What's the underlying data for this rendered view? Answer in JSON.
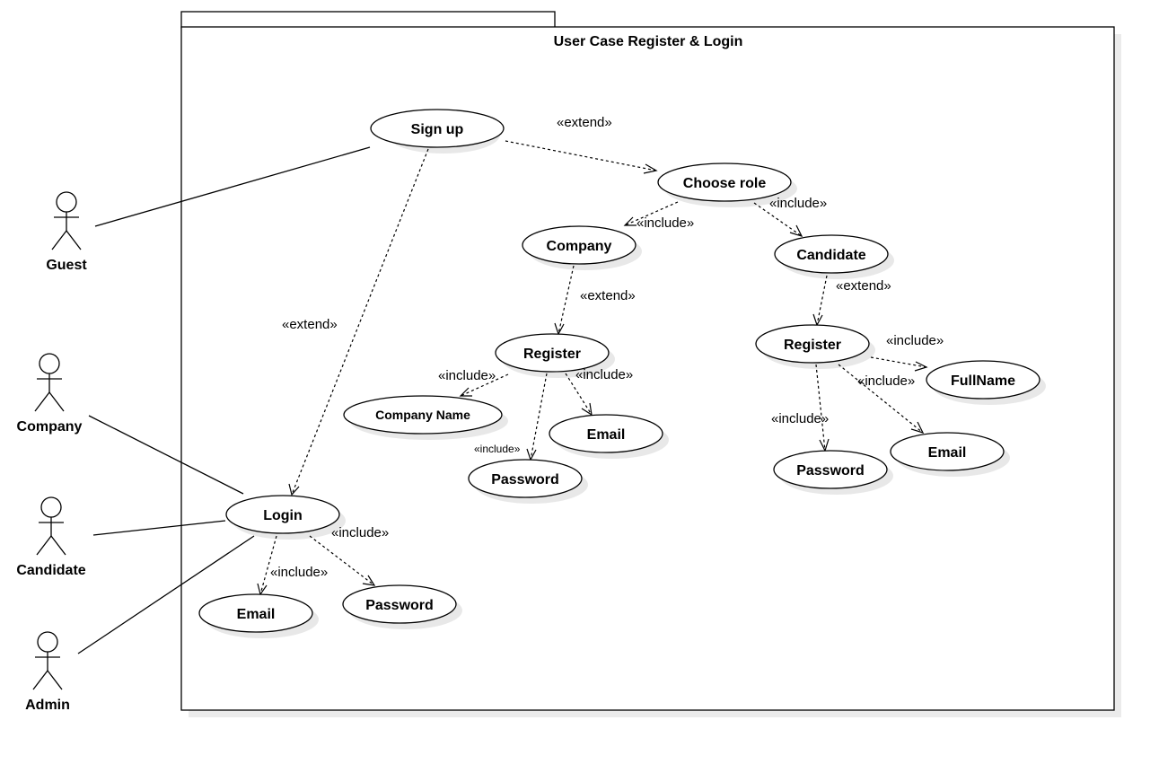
{
  "title": "User Case Register & Login",
  "actors": {
    "guest": "Guest",
    "company": "Company",
    "candidate": "Candidate",
    "admin": "Admin"
  },
  "use_cases": {
    "sign_up": "Sign up",
    "choose_role": "Choose role",
    "company": "Company",
    "candidate": "Candidate",
    "company_register": "Register",
    "candidate_register": "Register",
    "company_name": "Company Name",
    "company_email": "Email",
    "company_password": "Password",
    "candidate_fullname": "FullName",
    "candidate_email": "Email",
    "candidate_password": "Password",
    "login": "Login",
    "login_email": "Email",
    "login_password": "Password"
  },
  "relations": {
    "signup_choose_role": "«extend»",
    "signup_login": "«extend»",
    "choose_role_company": "«include»",
    "choose_role_candidate": "«include»",
    "company_register": "«extend»",
    "candidate_register": "«extend»",
    "company_register_name": "«include»",
    "company_register_email": "«include»",
    "company_register_password": "«include»",
    "candidate_register_fullname": "«include»",
    "candidate_register_email": "«include»",
    "candidate_register_password": "«include»",
    "login_email": "«include»",
    "login_password": "«include»"
  }
}
